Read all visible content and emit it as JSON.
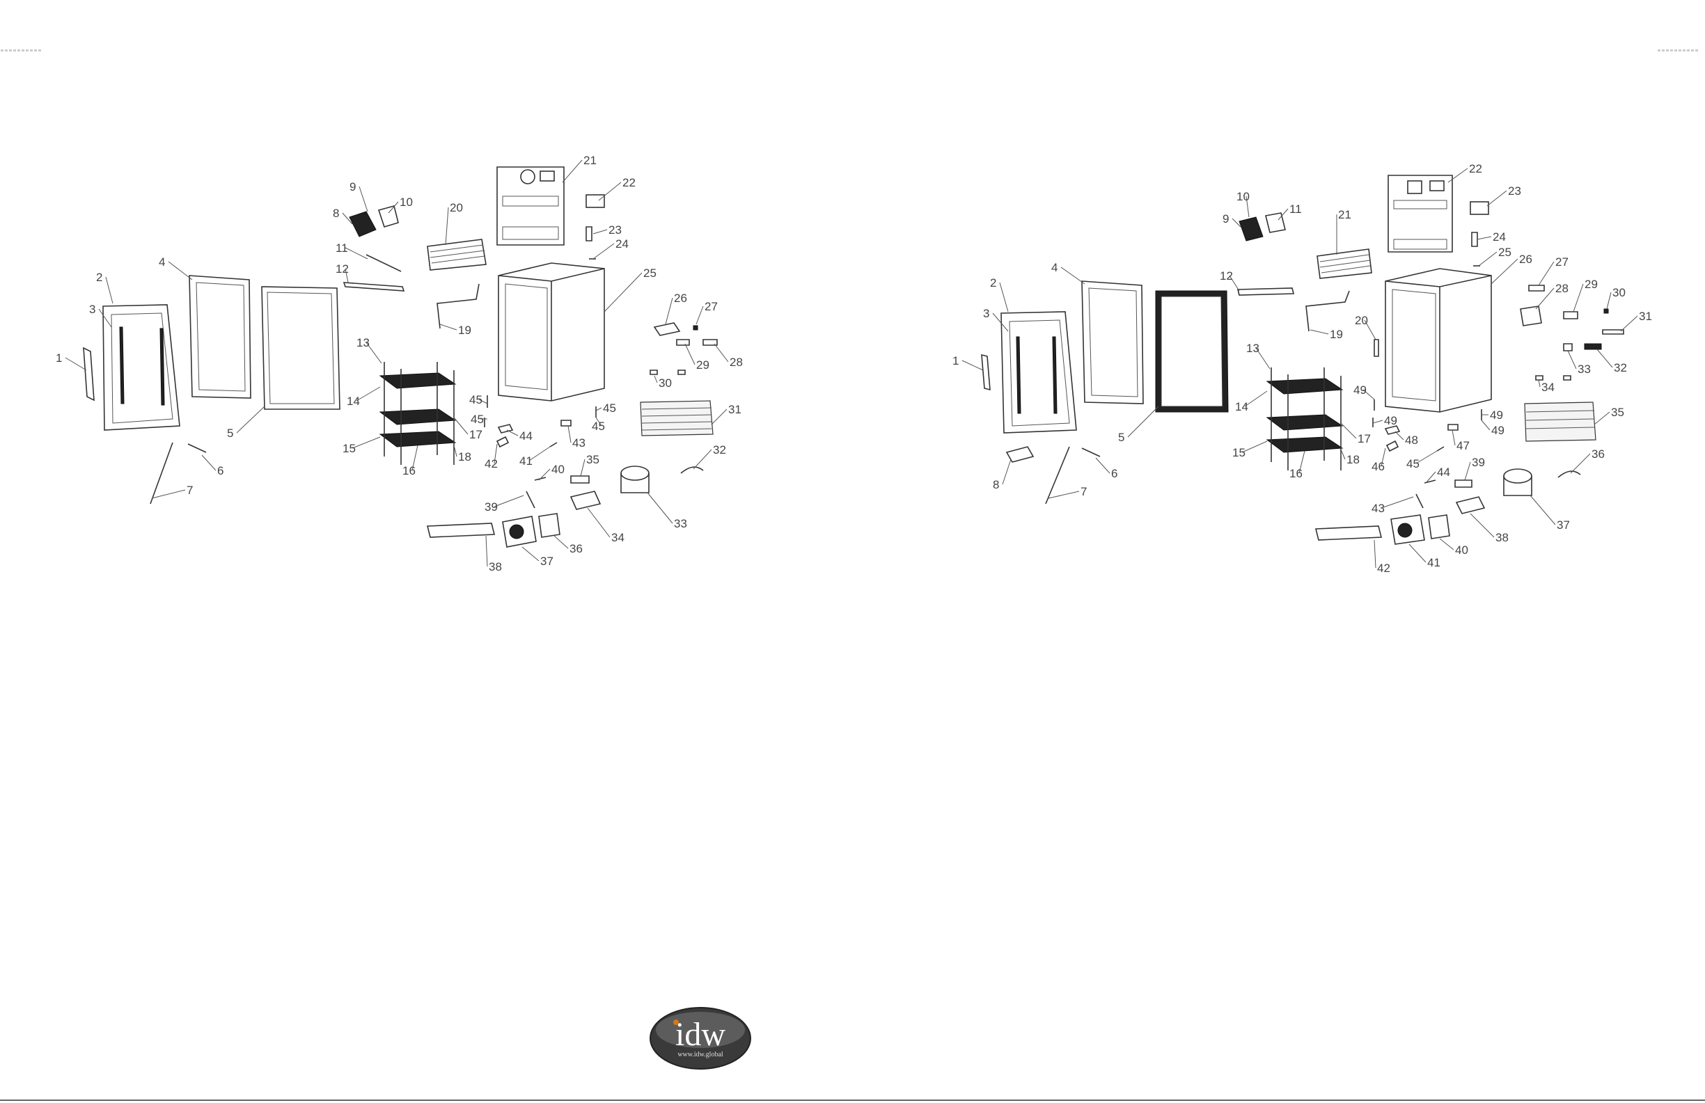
{
  "diagram_left": {
    "labels": [
      "1",
      "2",
      "3",
      "4",
      "5",
      "6",
      "7",
      "8",
      "9",
      "10",
      "11",
      "12",
      "13",
      "14",
      "15",
      "16",
      "17",
      "18",
      "19",
      "20",
      "21",
      "22",
      "23",
      "24",
      "25",
      "26",
      "27",
      "28",
      "29",
      "30",
      "31",
      "32",
      "33",
      "34",
      "35",
      "36",
      "37",
      "38",
      "39",
      "40",
      "41",
      "42",
      "43",
      "44",
      "45"
    ]
  },
  "diagram_right": {
    "labels": [
      "1",
      "2",
      "3",
      "4",
      "5",
      "6",
      "7",
      "8",
      "9",
      "10",
      "11",
      "12",
      "13",
      "14",
      "15",
      "16",
      "17",
      "18",
      "19",
      "20",
      "21",
      "22",
      "23",
      "24",
      "25",
      "26",
      "27",
      "28",
      "29",
      "30",
      "31",
      "32",
      "33",
      "34",
      "35",
      "36",
      "37",
      "38",
      "39",
      "40",
      "41",
      "42",
      "43",
      "44",
      "45",
      "46",
      "47",
      "48",
      "49"
    ]
  },
  "logo": {
    "text": "idw",
    "url_text": "www.idw.global"
  }
}
